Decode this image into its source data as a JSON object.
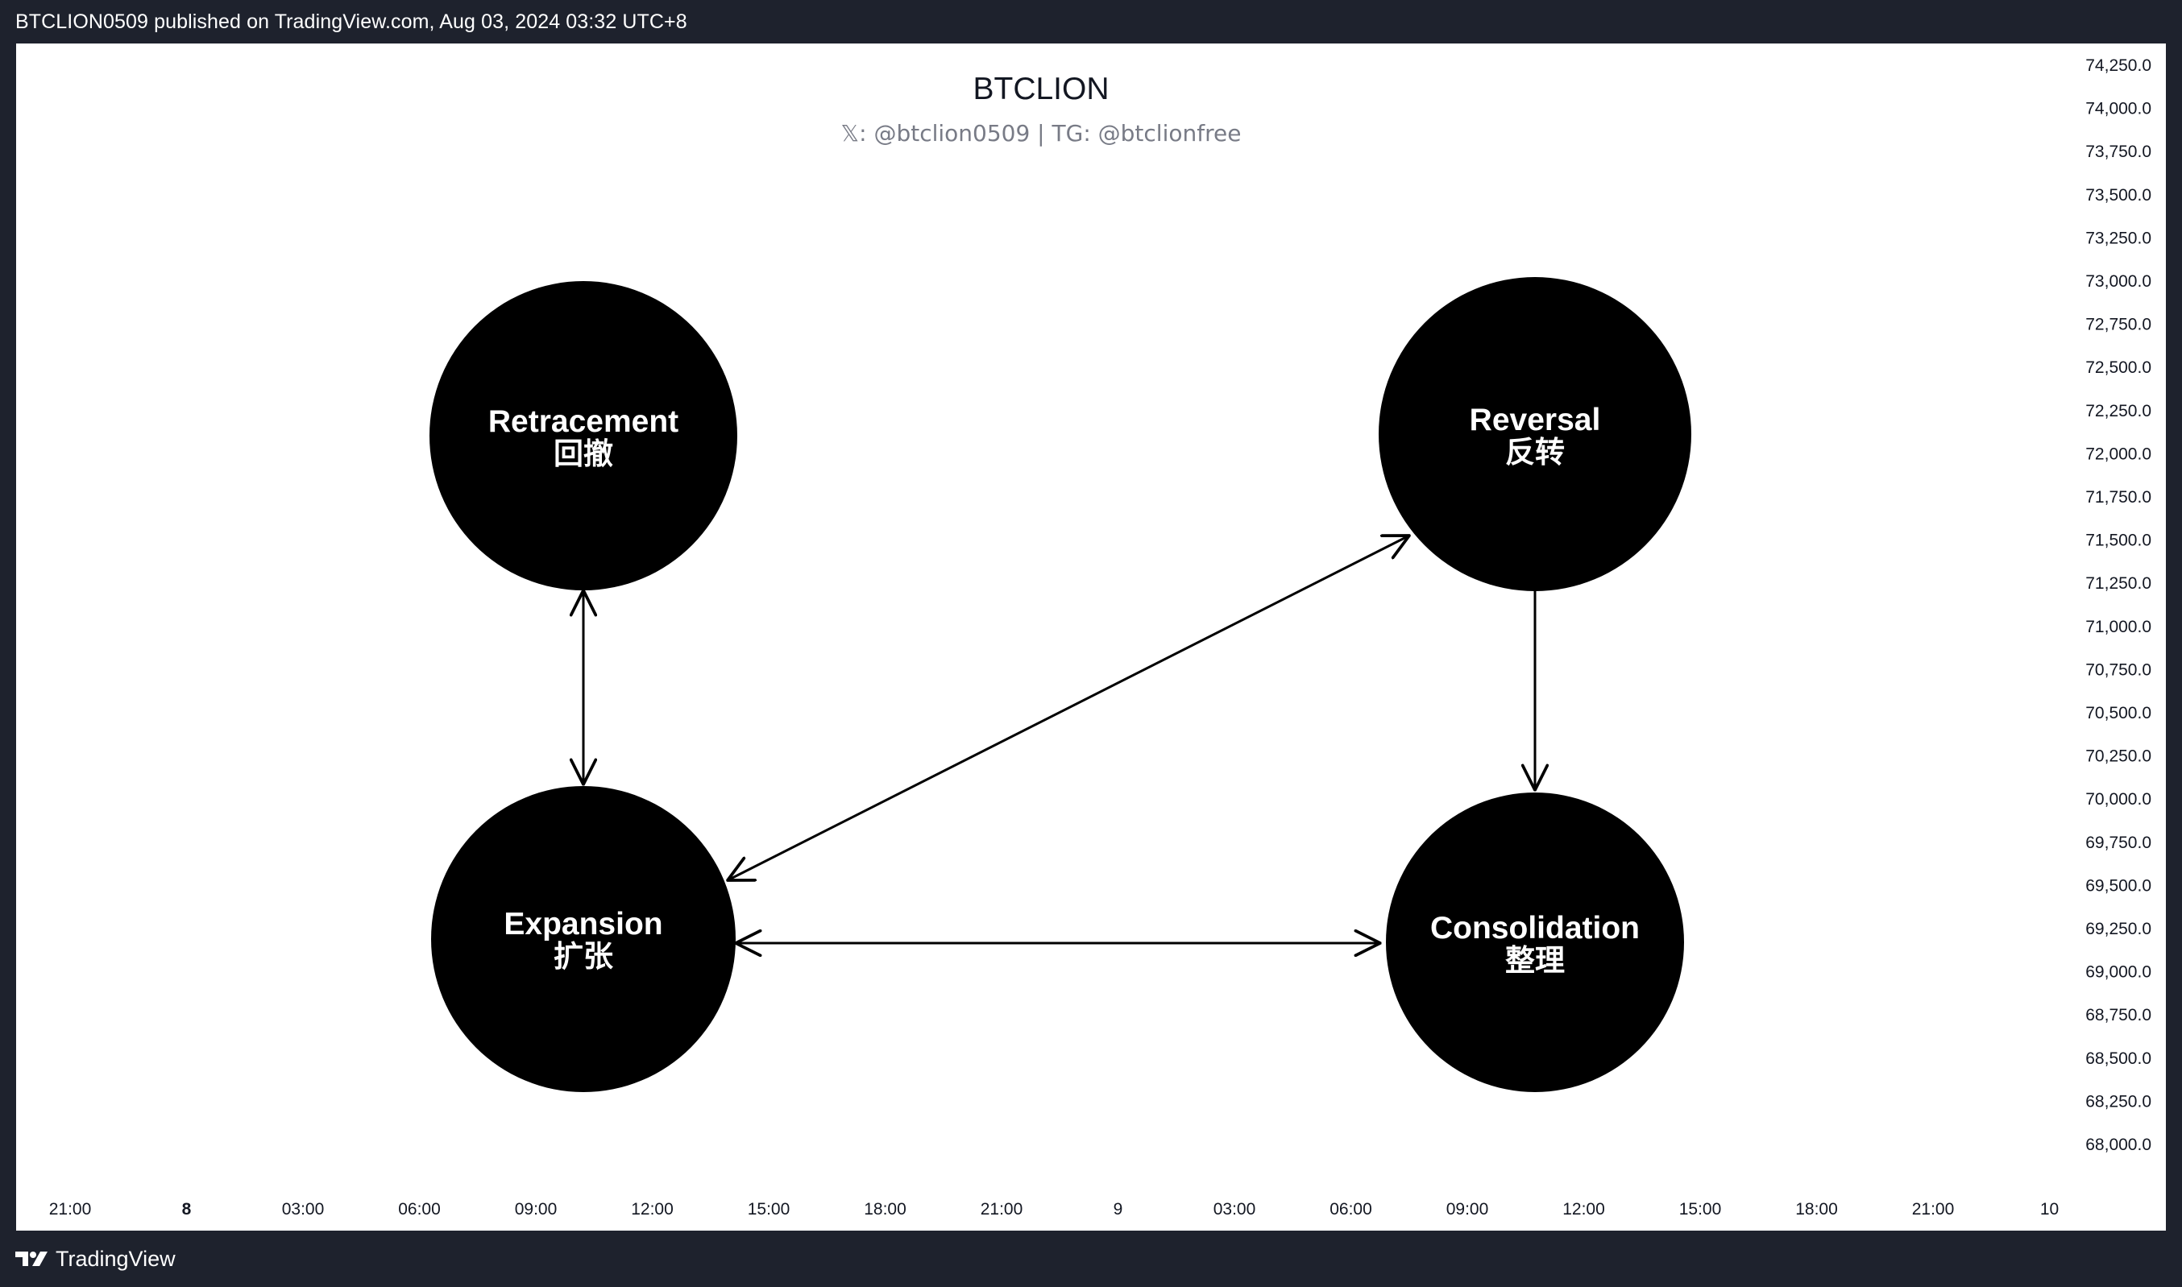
{
  "header": {
    "publish_line": "BTCLION0509 published on TradingView.com, Aug 03, 2024 03:32 UTC+8"
  },
  "chart": {
    "title": "BTCLION",
    "subtitle": "𝕏: @btclion0509 | TG: @btclionfree",
    "price_axis": [
      "74,250.0",
      "74,000.0",
      "73,750.0",
      "73,500.0",
      "73,250.0",
      "73,000.0",
      "72,750.0",
      "72,500.0",
      "72,250.0",
      "72,000.0",
      "71,750.0",
      "71,500.0",
      "71,250.0",
      "71,000.0",
      "70,750.0",
      "70,500.0",
      "70,250.0",
      "70,000.0",
      "69,750.0",
      "69,500.0",
      "69,250.0",
      "69,000.0",
      "68,750.0",
      "68,500.0",
      "68,250.0",
      "68,000.0"
    ],
    "time_axis": [
      {
        "label": "21:00",
        "bold": false
      },
      {
        "label": "8",
        "bold": true
      },
      {
        "label": "03:00",
        "bold": false
      },
      {
        "label": "06:00",
        "bold": false
      },
      {
        "label": "09:00",
        "bold": false
      },
      {
        "label": "12:00",
        "bold": false
      },
      {
        "label": "15:00",
        "bold": false
      },
      {
        "label": "18:00",
        "bold": false
      },
      {
        "label": "21:00",
        "bold": false
      },
      {
        "label": "9",
        "bold": false
      },
      {
        "label": "03:00",
        "bold": false
      },
      {
        "label": "06:00",
        "bold": false
      },
      {
        "label": "09:00",
        "bold": false
      },
      {
        "label": "12:00",
        "bold": false
      },
      {
        "label": "15:00",
        "bold": false
      },
      {
        "label": "18:00",
        "bold": false
      },
      {
        "label": "21:00",
        "bold": false
      },
      {
        "label": "10",
        "bold": false
      }
    ]
  },
  "nodes": {
    "retracement": {
      "en": "Retracement",
      "zh": "回撤"
    },
    "reversal": {
      "en": "Reversal",
      "zh": "反转"
    },
    "expansion": {
      "en": "Expansion",
      "zh": "扩张"
    },
    "consolidation": {
      "en": "Consolidation",
      "zh": "整理"
    }
  },
  "edges": [
    {
      "from": "retracement",
      "to": "expansion",
      "direction": "both"
    },
    {
      "from": "expansion",
      "to": "reversal",
      "direction": "both"
    },
    {
      "from": "expansion",
      "to": "consolidation",
      "direction": "both"
    },
    {
      "from": "reversal",
      "to": "consolidation",
      "direction": "forward"
    }
  ],
  "footer": {
    "brand": "TradingView"
  },
  "colors": {
    "frame": "#1e222d",
    "panel": "#ffffff",
    "node_fill": "#000000",
    "node_text": "#ffffff",
    "axis_text": "#131722",
    "subtitle": "#787b86"
  }
}
